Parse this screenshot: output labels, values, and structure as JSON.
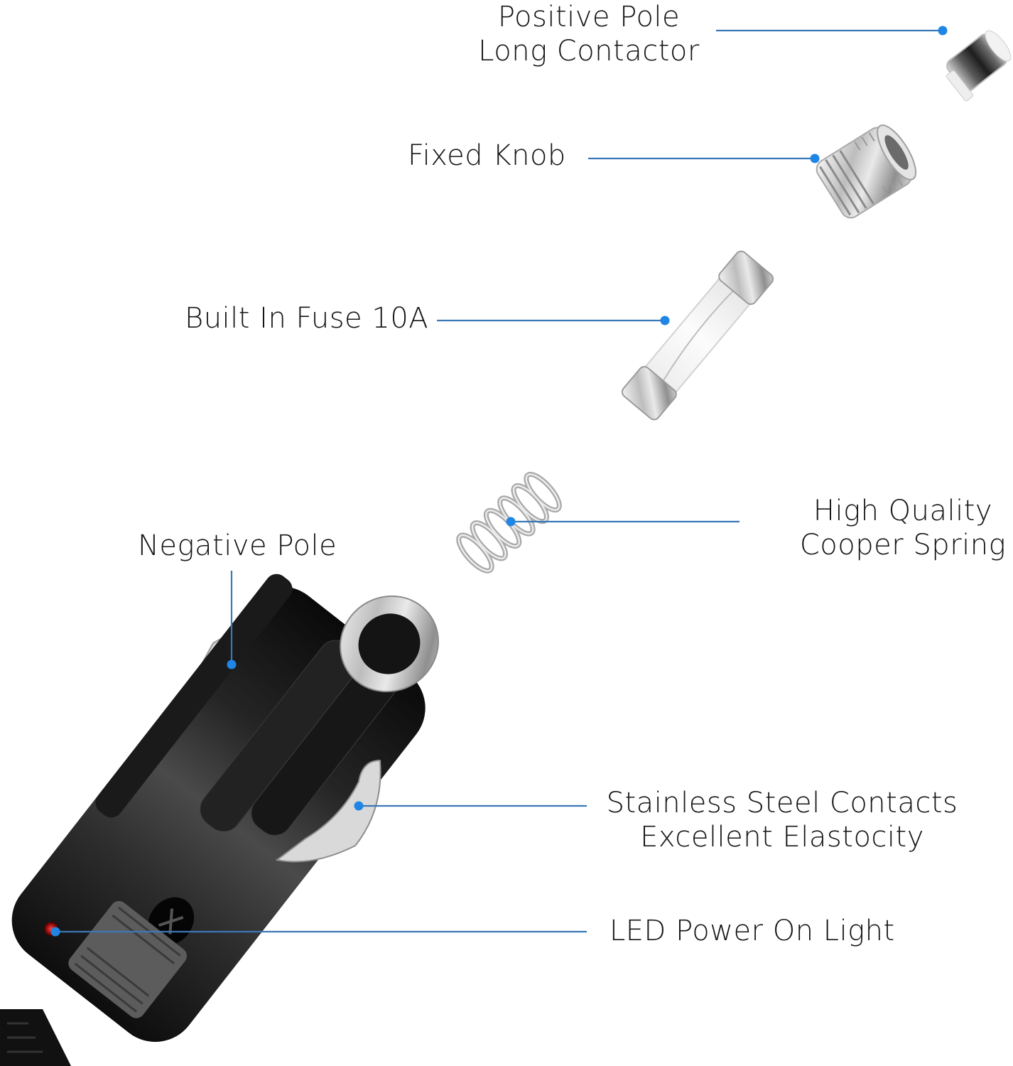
{
  "title": "Car Cigarette Lighter Plug Exploded Diagram",
  "accent_color": "#1f86e6",
  "line_color": "#3a78b8",
  "callouts": {
    "positive_pole": {
      "lines": [
        "Positive Pole",
        "Long Contactor"
      ]
    },
    "fixed_knob": {
      "lines": [
        "Fixed Knob"
      ]
    },
    "fuse": {
      "lines": [
        "Built In Fuse 10A"
      ]
    },
    "spring": {
      "lines": [
        "High Quality",
        "Cooper Spring"
      ]
    },
    "negative_pole": {
      "lines": [
        "Negative Pole"
      ]
    },
    "contacts": {
      "lines": [
        "Stainless Steel Contacts",
        "Excellent Elastocity"
      ]
    },
    "led": {
      "lines": [
        "LED Power On Light"
      ]
    }
  },
  "parts": [
    {
      "id": "positive-contactor",
      "name": "positive pole long contactor"
    },
    {
      "id": "fixed-knob",
      "name": "fixed knob"
    },
    {
      "id": "fuse",
      "name": "glass fuse 10A"
    },
    {
      "id": "spring",
      "name": "copper spring"
    },
    {
      "id": "plug-body",
      "name": "lighter plug body"
    }
  ]
}
